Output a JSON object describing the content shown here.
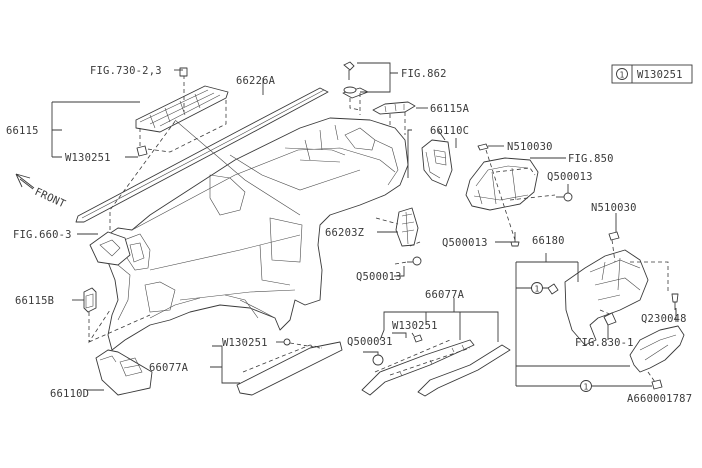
{
  "diagram": {
    "title": "Instrument panel parts diagram",
    "legend": {
      "marker": "1",
      "code": "W130251"
    },
    "front_indicator": "FRONT",
    "labels": {
      "fig_730": "FIG.730-2,3",
      "p66226A": "66226A",
      "fig_862": "FIG.862",
      "p66115": "66115",
      "w130251_top": "W130251",
      "p66115A": "66115A",
      "p66110C": "66110C",
      "n510030_top": "N510030",
      "fig_850": "FIG.850",
      "q500013_right": "Q500013",
      "fig_660": "FIG.660-3",
      "p66203Z": "66203Z",
      "q500013_center": "Q500013",
      "q500013_mid": "Q500013",
      "n510030_right": "N510030",
      "p66180": "66180",
      "p66115B": "66115B",
      "p66077A_top": "66077A",
      "w130251_mid": "W130251",
      "q500031": "Q500031",
      "q230048": "Q230048",
      "fig_830": "FIG.830-1",
      "w130251_low": "W130251",
      "p66077A_left": "66077A",
      "p66110D": "66110D",
      "a660001787": "A660001787",
      "marker_1a": "1",
      "marker_1b": "1"
    }
  }
}
